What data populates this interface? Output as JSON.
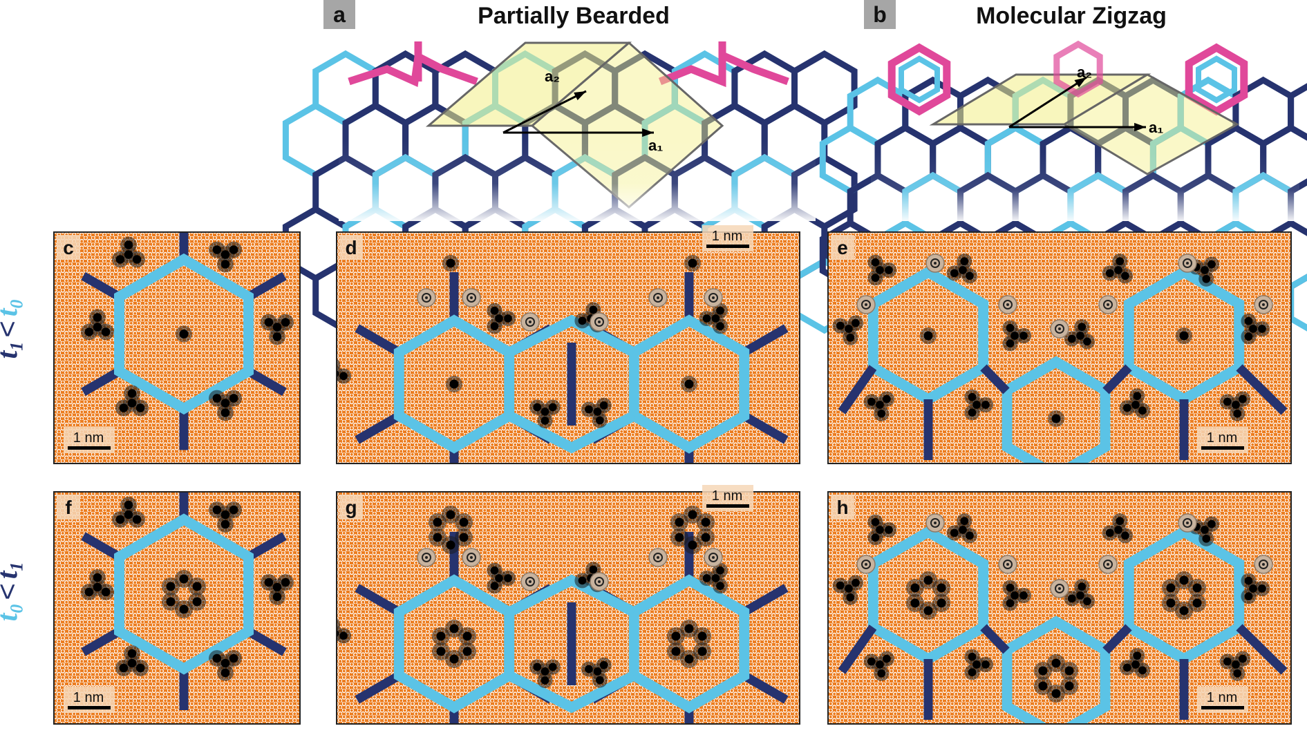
{
  "top_panels": [
    {
      "tag": "a",
      "title": "Partially Bearded",
      "vec1": "a₁",
      "vec2": "a₂"
    },
    {
      "tag": "b",
      "title": "Molecular Zigzag",
      "vec1": "a₁",
      "vec2": "a₂"
    }
  ],
  "row_labels": [
    {
      "left": "t",
      "left_sub": "1",
      "op": "<",
      "right": "t",
      "right_sub": "0"
    },
    {
      "left": "t",
      "left_sub": "0",
      "op": "<",
      "right": "t",
      "right_sub": "1"
    }
  ],
  "panels": [
    {
      "tag": "c",
      "scale": "1 nm",
      "shape": "single"
    },
    {
      "tag": "d",
      "scale": "1 nm",
      "shape": "bearded"
    },
    {
      "tag": "e",
      "scale": "1 nm",
      "shape": "zigzag"
    },
    {
      "tag": "f",
      "scale": "1 nm",
      "shape": "single"
    },
    {
      "tag": "g",
      "scale": "1 nm",
      "shape": "bearded"
    },
    {
      "tag": "h",
      "scale": "1 nm",
      "shape": "zigzag"
    }
  ],
  "colors": {
    "substrate": "#ec7c1e",
    "dot": "#ffffff",
    "dark_bond": "#26336f",
    "light_bond": "#5bc3e6",
    "edge_pink": "#e0489a",
    "unit_cell": "#f3ef86",
    "molecule": "#1a1a1a",
    "vacancy": "#c8b39e"
  }
}
